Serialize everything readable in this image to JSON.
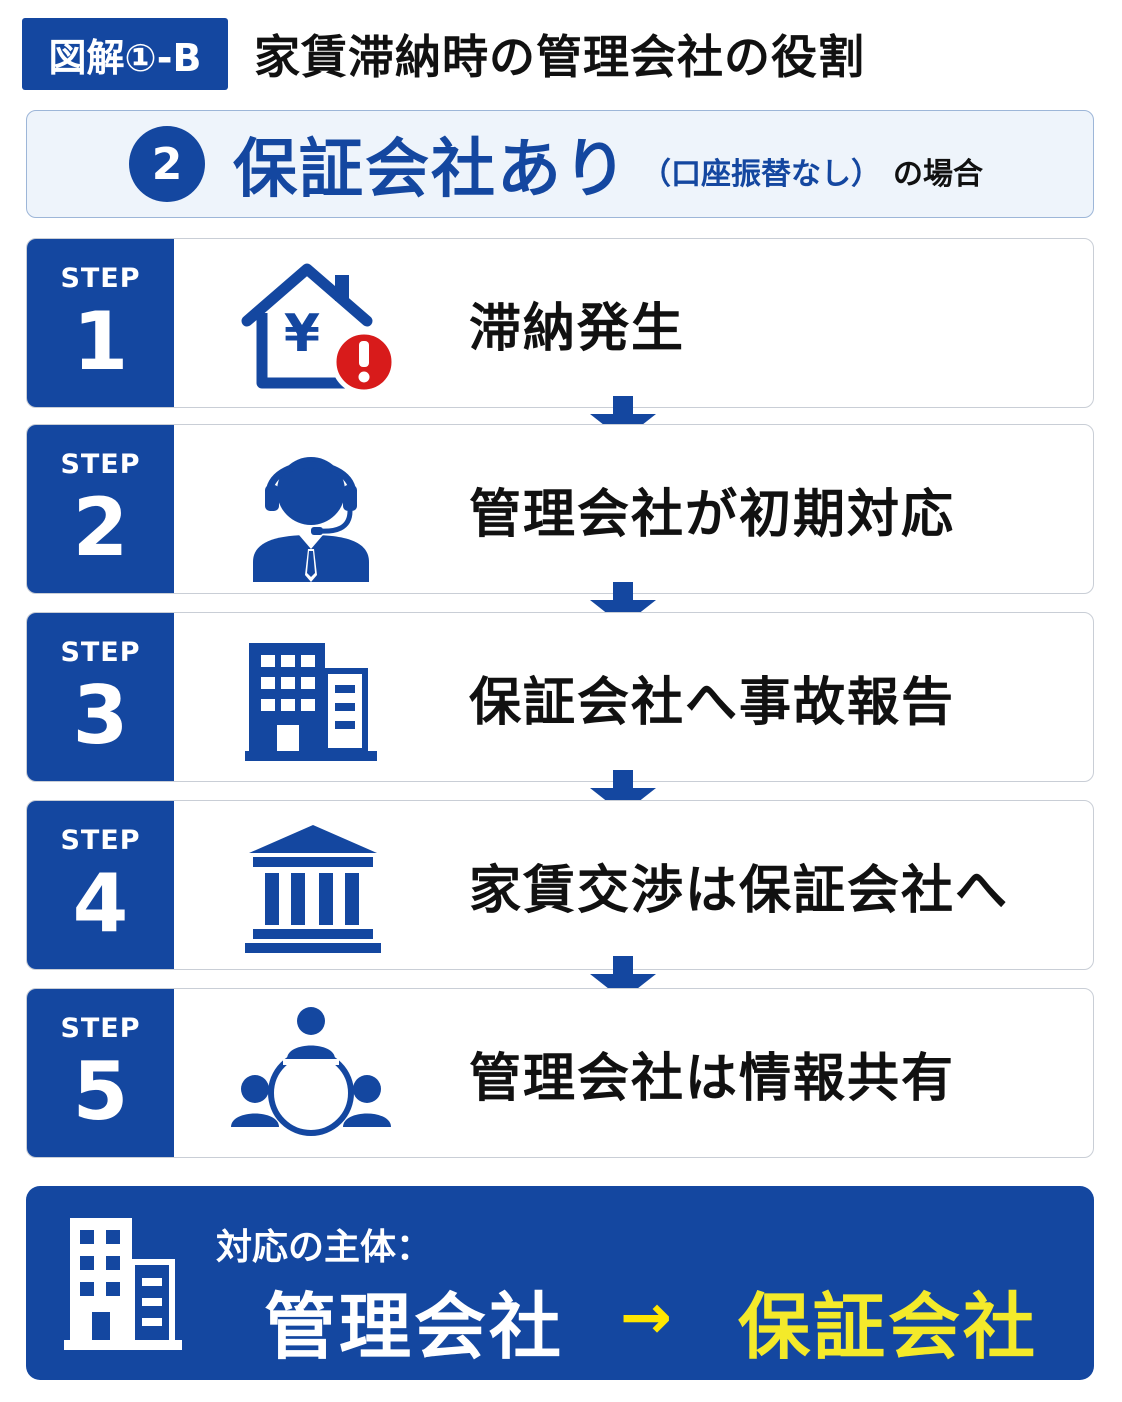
{
  "header": {
    "tag": "図解①-B",
    "title": "家賃滞納時の管理会社の役割"
  },
  "case": {
    "number": "2",
    "main": "保証会社あり",
    "sub": "（口座振替なし）",
    "suffix": "の場合"
  },
  "steps": [
    {
      "word": "STEP",
      "num": "1",
      "text": "滞納発生",
      "icon": "house-yen-alert-icon"
    },
    {
      "word": "STEP",
      "num": "2",
      "text": "管理会社が初期対応",
      "icon": "operator-headset-icon"
    },
    {
      "word": "STEP",
      "num": "3",
      "text": "保証会社へ事故報告",
      "icon": "office-building-icon"
    },
    {
      "word": "STEP",
      "num": "4",
      "text": "家賃交渉は保証会社へ",
      "icon": "bank-building-icon"
    },
    {
      "word": "STEP",
      "num": "5",
      "text": "管理会社は情報共有",
      "icon": "people-network-icon"
    }
  ],
  "summary": {
    "label": "対応の主体：",
    "from": "管理会社",
    "arrow": "→",
    "to": "保証会社"
  },
  "colors": {
    "primary": "#1447a0",
    "accent": "#f4ea2a",
    "alert": "#d81b1b",
    "case_bg": "#eef4fb"
  }
}
